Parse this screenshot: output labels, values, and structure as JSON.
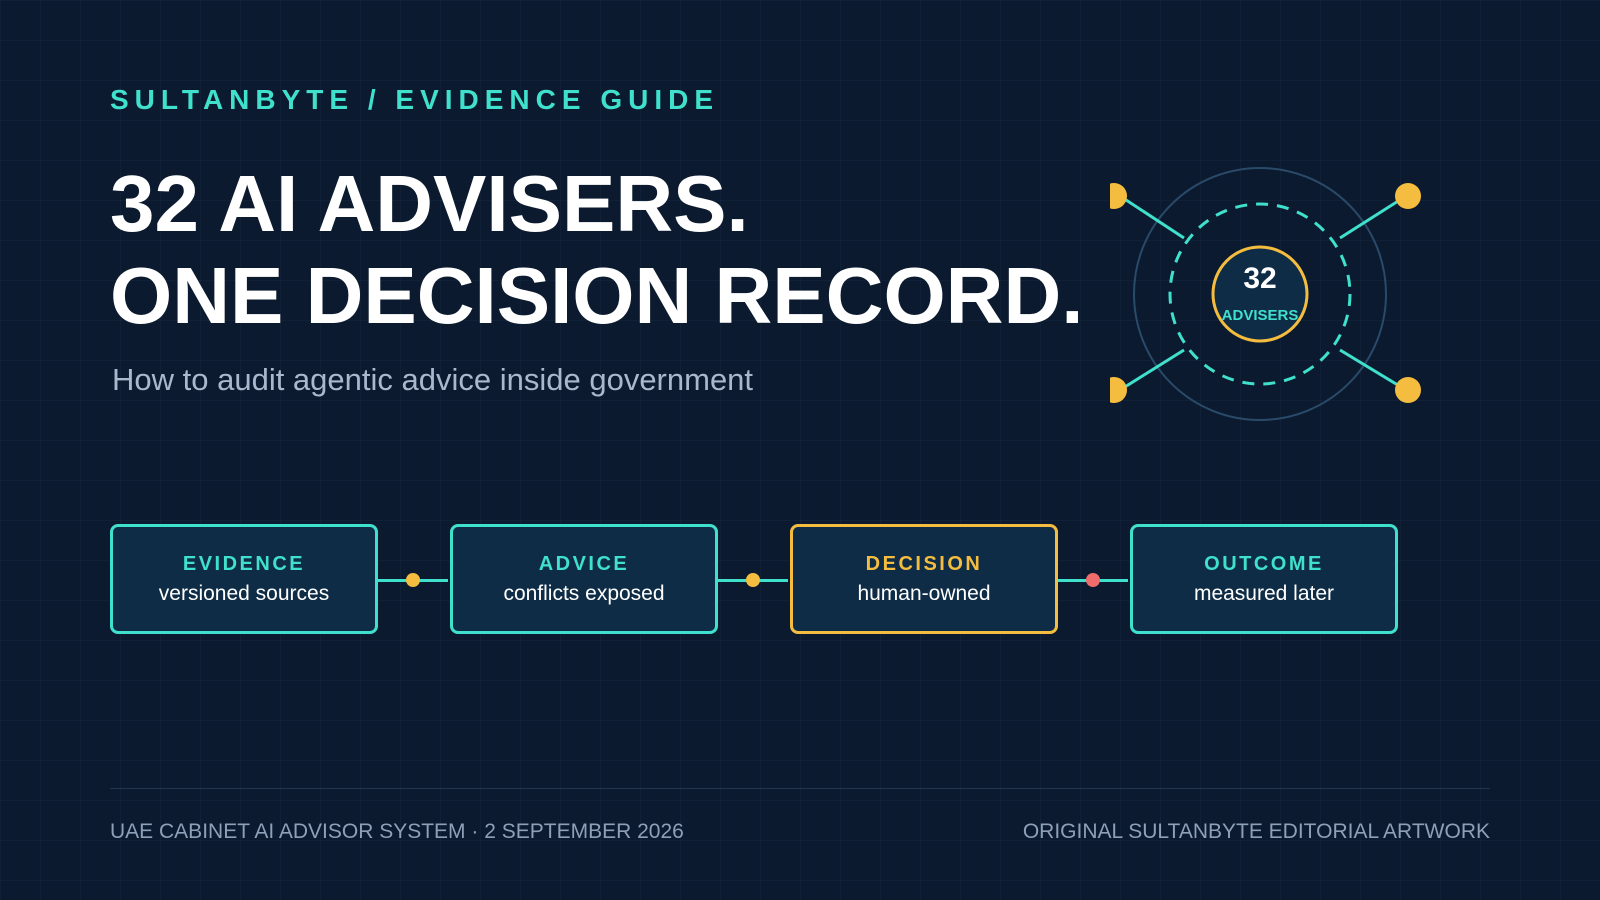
{
  "kicker": "SULTANBYTE / EVIDENCE GUIDE",
  "title": {
    "line1": "32 AI ADVISERS.",
    "line2": "ONE DECISION RECORD."
  },
  "subtitle": "How to audit agentic advice inside government",
  "badge": {
    "number": "32",
    "label": "ADVISERS"
  },
  "flow": [
    {
      "title": "EVIDENCE",
      "subtitle": "versioned sources"
    },
    {
      "title": "ADVICE",
      "subtitle": "conflicts exposed"
    },
    {
      "title": "DECISION",
      "subtitle": "human-owned"
    },
    {
      "title": "OUTCOME",
      "subtitle": "measured later"
    }
  ],
  "footer": {
    "left": "UAE CABINET AI ADVISOR SYSTEM · 2 SEPTEMBER 2026",
    "right": "ORIGINAL SULTANBYTE EDITORIAL ARTWORK"
  },
  "colors": {
    "background": "#0b1a2e",
    "teal": "#3fe0cc",
    "amber": "#f5bd3f",
    "coral": "#f06b6b",
    "box_fill": "#0f2c46"
  }
}
